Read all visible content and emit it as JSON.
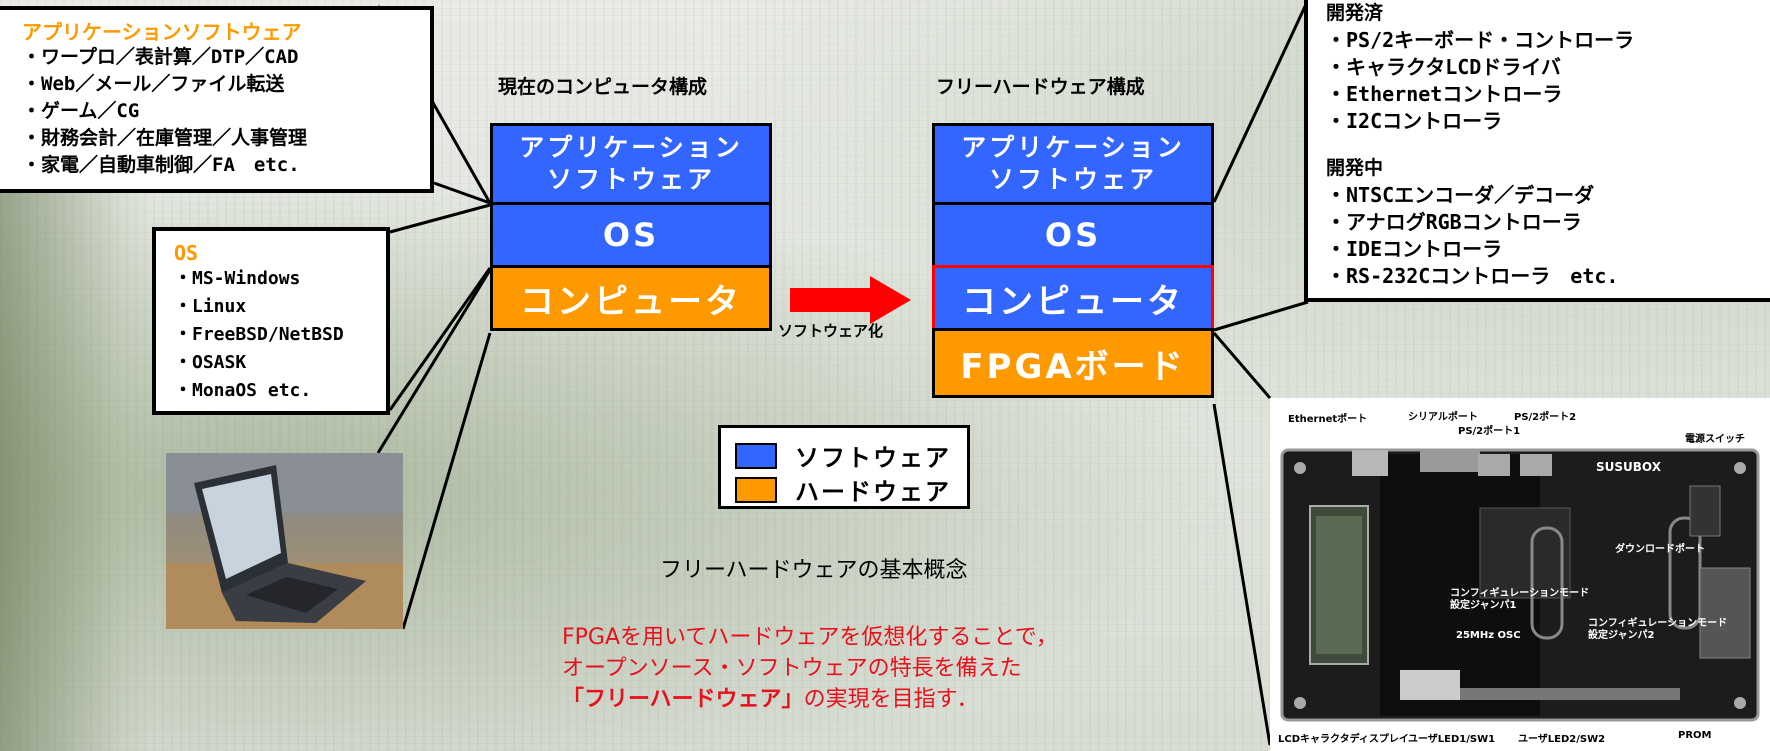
{
  "app_box": {
    "title": "アプリケーションソフトウェア",
    "items": [
      "・ワープロ／表計算／DTP／CAD",
      "・Web／メール／ファイル転送",
      "・ゲーム／CG",
      "・財務会計／在庫管理／人事管理",
      "・家電／自動車制御／FA　etc."
    ]
  },
  "os_box": {
    "title": "OS",
    "items": [
      "・MS-Windows",
      "・Linux",
      "・FreeBSD/NetBSD",
      "・OSASK",
      "・MonaOS etc."
    ]
  },
  "current_stack": {
    "title": "現在のコンピュータ構成",
    "layers": [
      "アプリケーション\nソフトウェア",
      "OS",
      "コンピュータ"
    ]
  },
  "free_stack": {
    "title": "フリーハードウェア構成",
    "layers": [
      "アプリケーション\nソフトウェア",
      "OS",
      "コンピュータ",
      "FPGAボード"
    ]
  },
  "arrow_label": "ソフトウェア化",
  "dev_box": {
    "done_title": "開発済",
    "done_items": [
      "・PS/2キーボード・コントローラ",
      "・キャラクタLCDドライバ",
      "・Ethernetコントローラ",
      "・I2Cコントローラ"
    ],
    "wip_title": "開発中",
    "wip_items": [
      "・NTSCエンコーダ／デコーダ",
      "・アナログRGBコントローラ",
      "・IDEコントローラ",
      "・RS-232Cコントローラ　etc."
    ]
  },
  "legend": {
    "software": "ソフトウェア",
    "hardware": "ハードウェア"
  },
  "caption": "フリーハードウェアの基本概念",
  "red_text": {
    "line1": "FPGAを用いてハードウェアを仮想化することで，",
    "line2": "オープンソース・ソフトウェアの特長を備えた",
    "line3_bold": "「フリーハードウェア」",
    "line3_rest": "の実現を目指す．"
  },
  "board_labels": {
    "ethernet_port": "Ethernetポート",
    "serial_port": "シリアルポート",
    "ps2_port1": "PS/2ポート1",
    "ps2_port2": "PS/2ポート2",
    "power_switch": "電源スイッチ",
    "download_port": "ダウンロードポート",
    "config_jumper1": "コンフィギュレーションモード\n設定ジャンパ1",
    "osc": "25MHz OSC",
    "config_jumper2": "コンフィギュレーションモード\n設定ジャンパ2",
    "lcd": "LCDキャラクタディスプレイ",
    "led1": "ユーザLED1/SW1",
    "led2": "ユーザLED2/SW2",
    "prom": "PROM",
    "brand": "SUSUBOX"
  },
  "colors": {
    "software": "#3366ff",
    "hardware": "#ff9900",
    "highlight": "#ff0000",
    "red_text": "#e8101c"
  }
}
